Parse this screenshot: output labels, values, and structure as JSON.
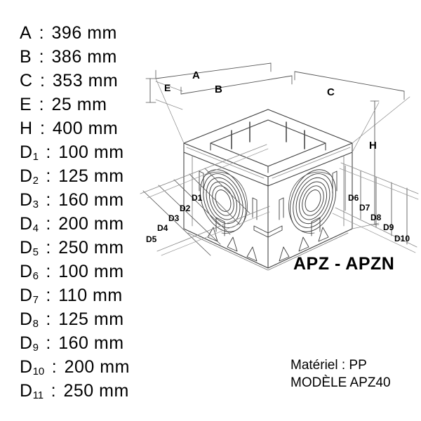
{
  "specifications": [
    {
      "symbol": "A",
      "subscript": "",
      "value": "396 mm"
    },
    {
      "symbol": "B",
      "subscript": "",
      "value": "386 mm"
    },
    {
      "symbol": "C",
      "subscript": "",
      "value": "353 mm"
    },
    {
      "symbol": "E",
      "subscript": "",
      "value": "25 mm"
    },
    {
      "symbol": "H",
      "subscript": "",
      "value": "400 mm"
    },
    {
      "symbol": "D",
      "subscript": "1",
      "value": "100 mm"
    },
    {
      "symbol": "D",
      "subscript": "2",
      "value": "125 mm"
    },
    {
      "symbol": "D",
      "subscript": "3",
      "value": "160 mm"
    },
    {
      "symbol": "D",
      "subscript": "4",
      "value": "200 mm"
    },
    {
      "symbol": "D",
      "subscript": "5",
      "value": "250 mm"
    },
    {
      "symbol": "D",
      "subscript": "6",
      "value": "100 mm"
    },
    {
      "symbol": "D",
      "subscript": "7",
      "value": "110 mm"
    },
    {
      "symbol": "D",
      "subscript": "8",
      "value": "125 mm"
    },
    {
      "symbol": "D",
      "subscript": "9",
      "value": "160 mm"
    },
    {
      "symbol": "D",
      "subscript": "10",
      "value": "200 mm"
    },
    {
      "symbol": "D",
      "subscript": "11",
      "value": "250 mm"
    }
  ],
  "separator": ":",
  "drawing": {
    "description": "isometric-view-of-square-inspection-chamber",
    "dimension_labels": {
      "top": [
        "A",
        "B",
        "C"
      ],
      "left_vertical": "E",
      "right_vertical": "H",
      "left_diagonal": [
        "D1",
        "D2",
        "D3",
        "D4",
        "D5"
      ],
      "right_diagonal": [
        "D6",
        "D7",
        "D8",
        "D9",
        "D10"
      ]
    },
    "line_color": "#3d3d3d",
    "dimension_line_color": "#555555"
  },
  "model_title": "APZ - APZN",
  "footer": {
    "material_line": "Matériel : PP",
    "model_line": "MODÈLE APZ40"
  }
}
